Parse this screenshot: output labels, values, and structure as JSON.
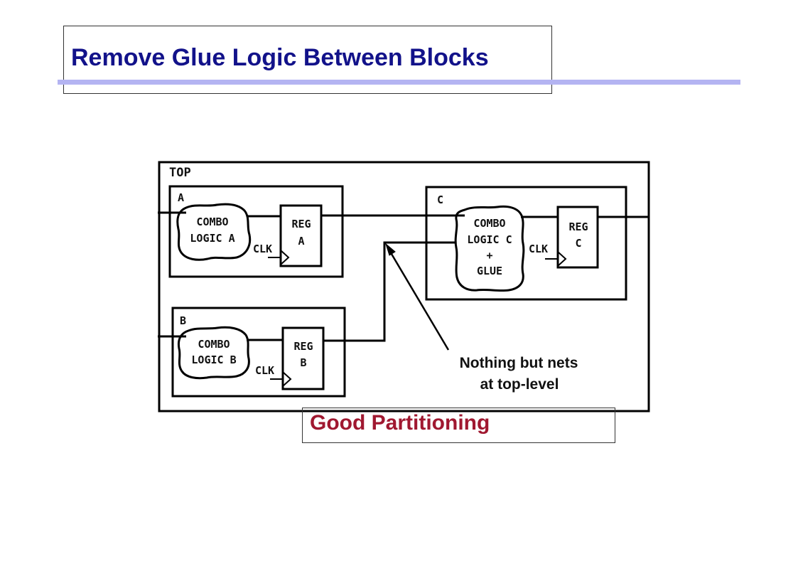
{
  "slide": {
    "title": "Remove Glue Logic Between Blocks",
    "caption": "Good Partitioning",
    "colors": {
      "title": "#12128a",
      "rule": "#b4b4f2",
      "caption": "#a01830"
    }
  },
  "diagram": {
    "top_label": "TOP",
    "block_a": {
      "label": "A",
      "combo_l1": "COMBO",
      "combo_l2": "LOGIC A",
      "reg_l1": "REG",
      "reg_l2": "A",
      "clk": "CLK"
    },
    "block_b": {
      "label": "B",
      "combo_l1": "COMBO",
      "combo_l2": "LOGIC B",
      "reg_l1": "REG",
      "reg_l2": "B",
      "clk": "CLK"
    },
    "block_c": {
      "label": "C",
      "combo_l1": "COMBO",
      "combo_l2": "LOGIC C",
      "combo_l3": "+",
      "combo_l4": "GLUE",
      "reg_l1": "REG",
      "reg_l2": "C",
      "clk": "CLK"
    },
    "annotation_l1": "Nothing but nets",
    "annotation_l2": "at top-level"
  }
}
